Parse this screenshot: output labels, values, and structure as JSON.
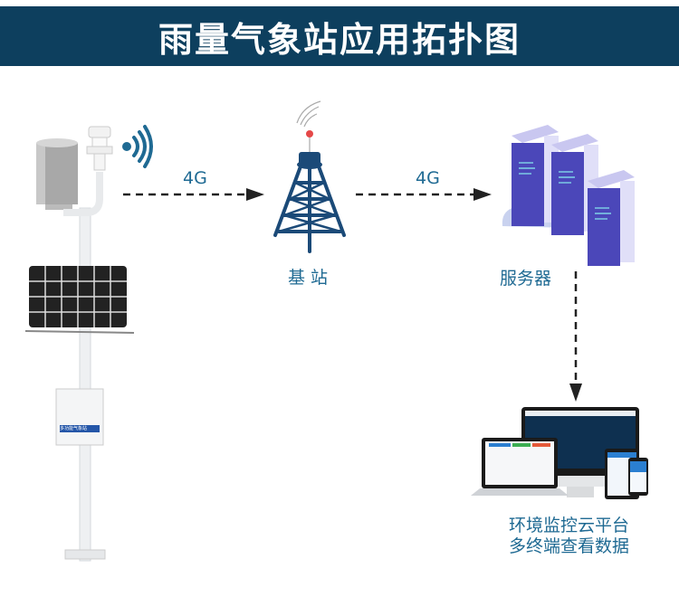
{
  "title": "雨量气象站应用拓扑图",
  "colors": {
    "banner_bg": "#0d3f5e",
    "label_blue": "#1f6a93",
    "tower_navy": "#1b4a78",
    "server_purple": "#5a56c9",
    "arrow": "#222222"
  },
  "station": {
    "box_label": "多功能气象站",
    "components": [
      "rain-gauge",
      "weather-sensor",
      "solar-panel",
      "control-box",
      "pole"
    ]
  },
  "links": [
    {
      "from": "station",
      "to": "base-station",
      "label": "4G"
    },
    {
      "from": "base-station",
      "to": "server",
      "label": "4G"
    },
    {
      "from": "server",
      "to": "platform",
      "label": ""
    }
  ],
  "nodes": {
    "base_station": "基 站",
    "server": "服务器",
    "platform_line1": "环境监控云平台",
    "platform_line2": "多终端查看数据"
  }
}
